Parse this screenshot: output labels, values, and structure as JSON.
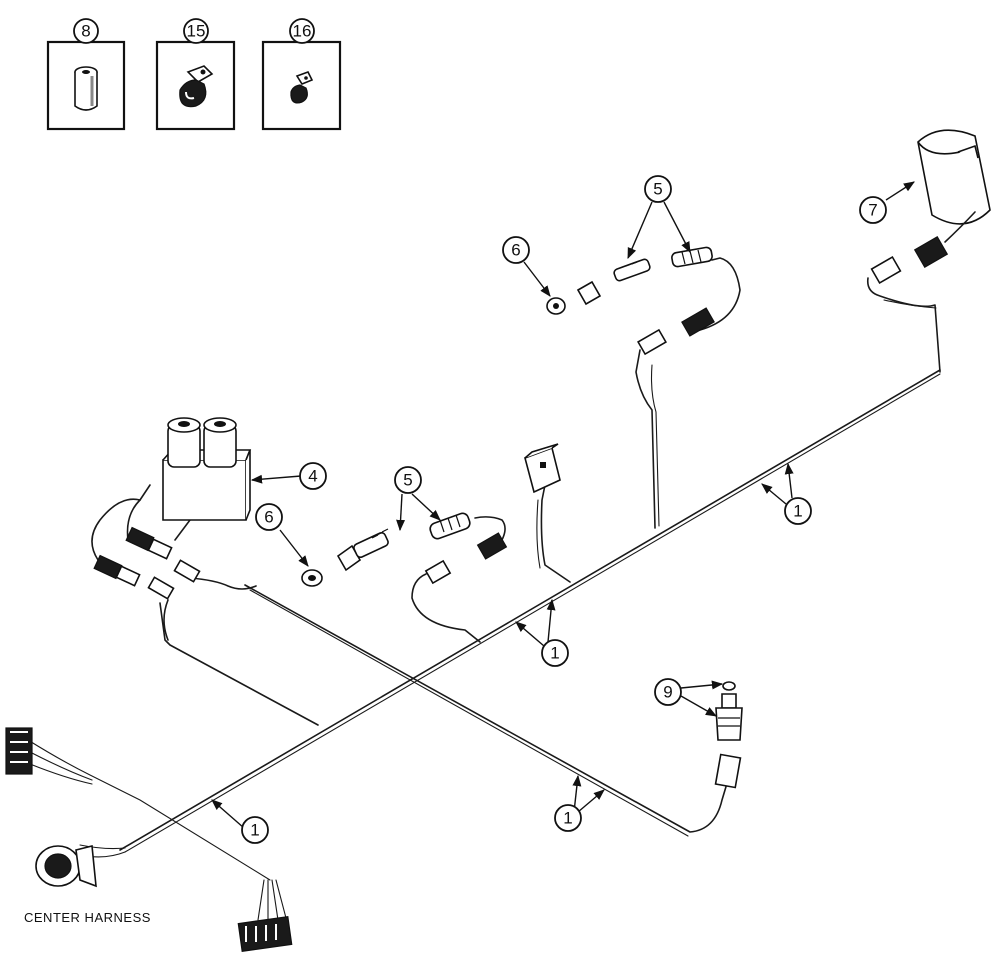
{
  "legend": {
    "items": [
      {
        "number": "8",
        "icon": "spacer-icon"
      },
      {
        "number": "15",
        "icon": "large-clip-icon"
      },
      {
        "number": "16",
        "icon": "small-clip-icon"
      }
    ]
  },
  "callouts": {
    "c1a": "1",
    "c1b": "1",
    "c1c": "1",
    "c1d": "1",
    "c4": "4",
    "c5a": "5",
    "c5b": "5",
    "c6a": "6",
    "c6b": "6",
    "c7": "7",
    "c9": "9"
  },
  "labels": {
    "center_harness": "CENTER HARNESS"
  },
  "colors": {
    "line": "#111111",
    "background": "#ffffff"
  }
}
